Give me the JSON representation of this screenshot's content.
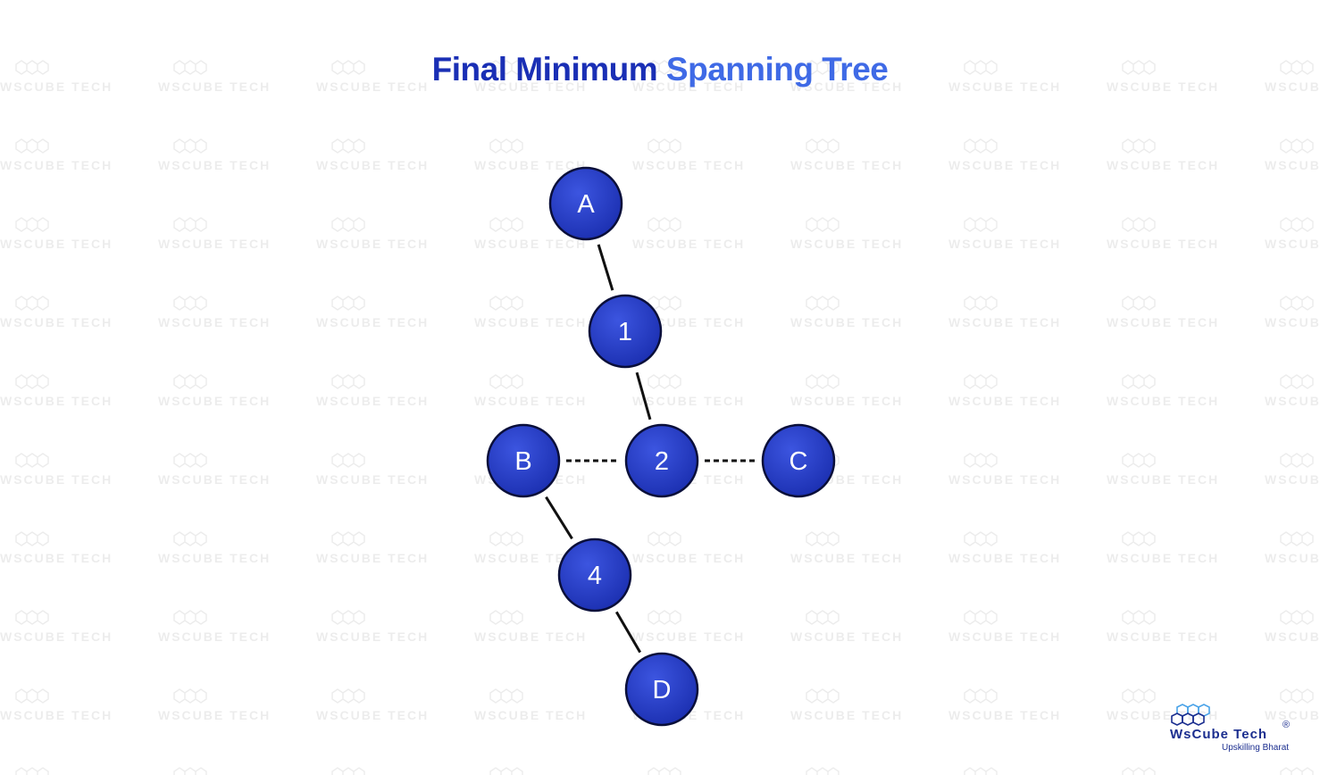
{
  "title": {
    "part1": "Final Minimum",
    "part2": "Spanning Tree"
  },
  "nodes": [
    {
      "id": "A",
      "label": "A"
    },
    {
      "id": "1",
      "label": "1"
    },
    {
      "id": "B",
      "label": "B"
    },
    {
      "id": "2",
      "label": "2"
    },
    {
      "id": "C",
      "label": "C"
    },
    {
      "id": "4",
      "label": "4"
    },
    {
      "id": "D",
      "label": "D"
    }
  ],
  "edges": [
    {
      "from": "A",
      "to": "1",
      "style": "solid"
    },
    {
      "from": "1",
      "to": "2",
      "style": "solid"
    },
    {
      "from": "B",
      "to": "2",
      "style": "dashed"
    },
    {
      "from": "2",
      "to": "C",
      "style": "dashed"
    },
    {
      "from": "B",
      "to": "4",
      "style": "solid"
    },
    {
      "from": "4",
      "to": "D",
      "style": "solid"
    }
  ],
  "colors": {
    "node_fill_light": "#3c55e0",
    "node_fill_dark": "#1b2fb0",
    "node_stroke": "#0a0f3a",
    "edge": "#111111",
    "title_dark": "#1a2fb5",
    "title_light": "#3f6ae6",
    "brand": "#1b2e8f",
    "brand_light": "#4aa3e8"
  },
  "brand": {
    "name_part1": "WsCube",
    "name_part2": "Tech",
    "registered": "®",
    "tagline": "Upskilling Bharat",
    "icon": "hexagon-cluster-icon"
  },
  "watermark": {
    "text": "WsCube Tech",
    "icon": "hexagon-cluster-icon"
  }
}
